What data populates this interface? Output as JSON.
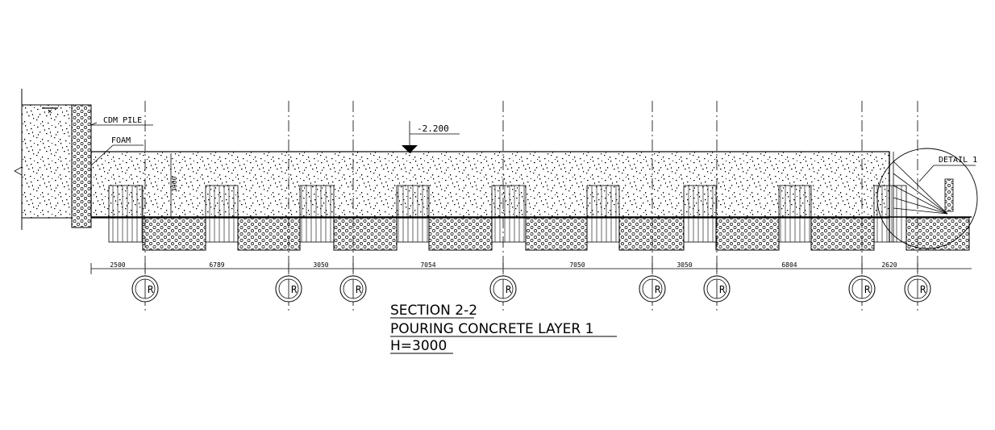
{
  "labels": {
    "cdm_pile": "CDM PILE",
    "foam": "FOAM",
    "level": "-2.200",
    "detail": "DETAIL 1",
    "thickness": "3000"
  },
  "dimensions": [
    "2500",
    "6789",
    "3050",
    "7054",
    "7050",
    "3050",
    "6804",
    "2620"
  ],
  "grid_marker": "R",
  "title": {
    "line1": "SECTION 2-2",
    "line2": "POURING CONCRETE LAYER 1",
    "line3": "H=3000"
  }
}
